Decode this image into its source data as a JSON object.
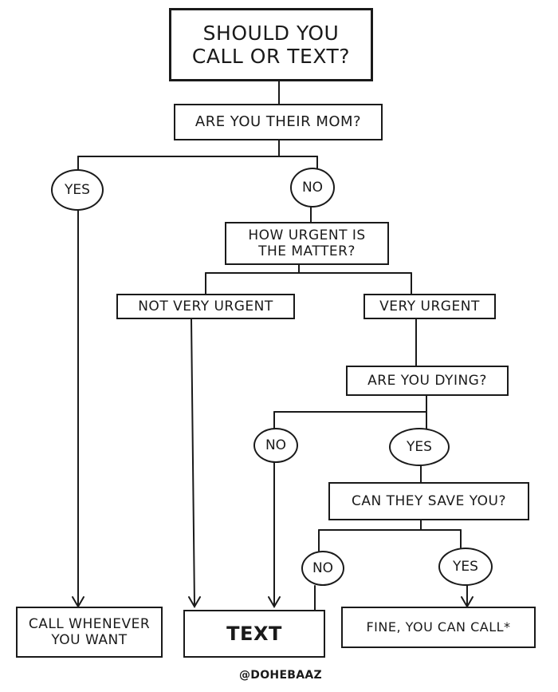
{
  "title": "SHOULD YOU\nCALL OR TEXT?",
  "question_mom": "ARE YOU THEIR MOM?",
  "mom_yes": "YES",
  "mom_no": "NO",
  "question_urgent": "HOW URGENT IS\nTHE MATTER?",
  "not_very_urgent": "NOT VERY URGENT",
  "very_urgent": "VERY URGENT",
  "question_dying": "ARE YOU DYING?",
  "dying_no": "NO",
  "dying_yes": "YES",
  "question_save": "CAN THEY SAVE YOU?",
  "save_no": "NO",
  "save_yes": "YES",
  "result_call_whenever": "CALL WHENEVER\nYOU WANT",
  "result_text": "TEXT",
  "result_fine": "FINE, YOU CAN CALL*",
  "credit": "@DOHEBAAZ"
}
